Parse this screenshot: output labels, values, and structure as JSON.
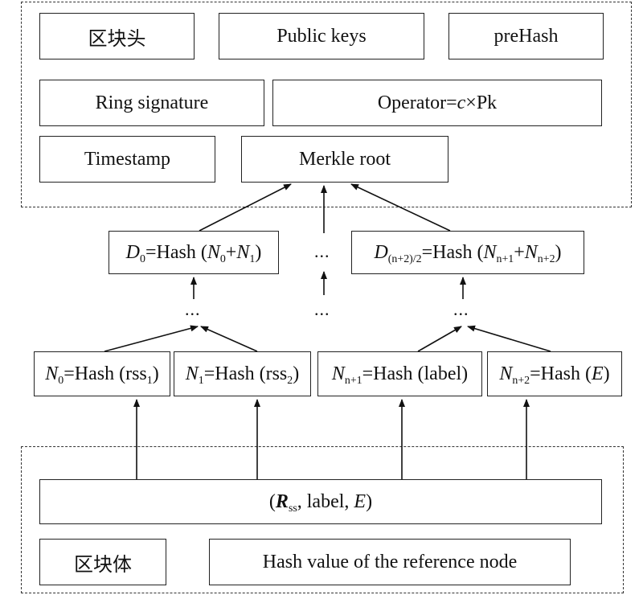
{
  "header": {
    "block_header": "区块头",
    "public_keys": "Public keys",
    "prehash": "preHash",
    "ring_signature": "Ring signature",
    "operator_label": "Operator=",
    "operator_c": "c",
    "operator_rest": "×Pk",
    "timestamp": "Timestamp",
    "merkle_root": "Merkle root"
  },
  "merkle": {
    "d0": {
      "var": "D",
      "sub": "0",
      "eq": "=Hash (",
      "n0": "N",
      "n0_sub": "0",
      "plus": "+",
      "n1": "N",
      "n1_sub": "1",
      "close": ")"
    },
    "dn": {
      "var": "D",
      "sub": "(n+2)/2",
      "eq": "=Hash (",
      "a": "N",
      "a_sub": "n+1",
      "plus": "+",
      "b": "N",
      "b_sub": "n+2",
      "close": ")"
    },
    "ellipsis": "..."
  },
  "leaves": {
    "n0": {
      "var": "N",
      "sub": "0",
      "text": "=Hash (rss",
      "arg_sub": "1",
      "close": ")"
    },
    "n1": {
      "var": "N",
      "sub": "1",
      "text": "=Hash (rss",
      "arg_sub": "2",
      "close": ")"
    },
    "nn1": {
      "var": "N",
      "sub": "n+1",
      "text": "=Hash (label)"
    },
    "nn2": {
      "var": "N",
      "sub": "n+2",
      "text": "=Hash (",
      "arg": "E",
      "close": ")"
    }
  },
  "body": {
    "tuple_open": "(",
    "r": "R",
    "r_sub": "ss",
    "tuple_mid": ", label, ",
    "tuple_e": "E",
    "tuple_close": ")",
    "block_body": "区块体",
    "hash_ref": "Hash value of the reference node"
  }
}
